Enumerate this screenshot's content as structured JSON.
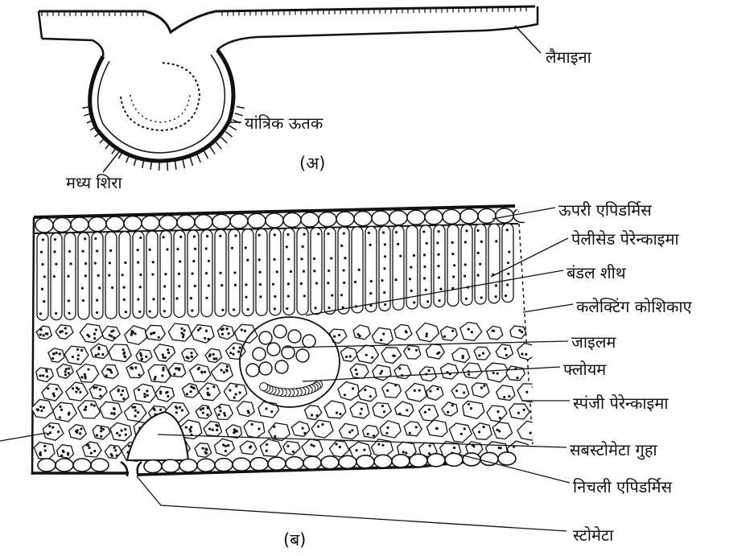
{
  "figure_a": {
    "caption": "(अ)",
    "labels": {
      "lamina": "लैमाइना",
      "mechanical_tissue": "यांत्रिक ऊतक",
      "midrib": "मध्य शिरा"
    }
  },
  "figure_b": {
    "caption": "(ब)",
    "labels": {
      "upper_epidermis": "ऊपरी एपिडर्मिस",
      "palisade": "पेलीसेड पेरेन्काइमा",
      "bundle_sheath": "बंडल शीथ",
      "collecting_cells": "कलेक्टिंग कोशिकाए",
      "xylem": "जाइलम",
      "phloem": "फ्लोयम",
      "spongy": "स्पंजी पेरेन्काइमा",
      "substomatal_cavity": "सबस्टोमेटा गुहा",
      "lower_epidermis": "निचली एपिडर्मिस",
      "stomata": "स्टोमेटा"
    }
  },
  "colors": {
    "ink": "#111111",
    "paper": "#ffffff"
  }
}
